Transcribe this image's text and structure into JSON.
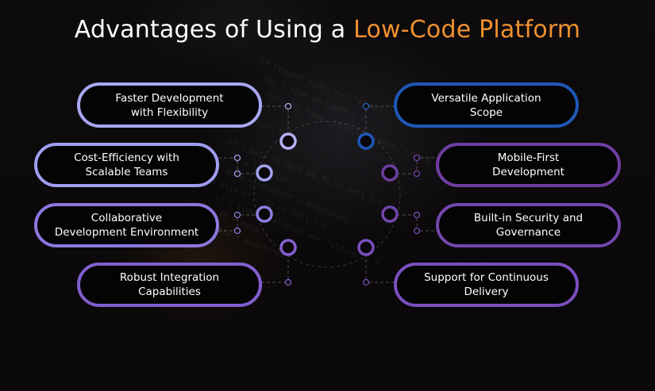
{
  "title": {
    "prefix": "Advantages of Using a ",
    "highlight": "Low-Code Platform",
    "highlight_color": "#f0912f"
  },
  "colors": {
    "lavender": "#a9a6f2",
    "periwinkle": "#8a77e0",
    "violet": "#7c55c7",
    "blue": "#1f58b8",
    "purple": "#6a3a9e"
  },
  "left_items": [
    {
      "line1": "Faster Development",
      "line2": "with Flexibility",
      "color": "#a9a6f2"
    },
    {
      "line1": "Cost-Efficiency with",
      "line2": "Scalable Teams",
      "color": "#a09ef0"
    },
    {
      "line1": "Collaborative",
      "line2": "Development Environment",
      "color": "#8d77df"
    },
    {
      "line1": "Robust Integration",
      "line2": "Capabilities",
      "color": "#825fd0"
    }
  ],
  "right_items": [
    {
      "line1": "Versatile Application",
      "line2": "Scope",
      "color": "#1f58b8"
    },
    {
      "line1": "Mobile-First",
      "line2": "Development",
      "color": "#6e3ea2"
    },
    {
      "line1": "Built-in Security and",
      "line2": "Governance",
      "color": "#7346ad"
    },
    {
      "line1": "Support for Continuous",
      "line2": "Delivery",
      "color": "#7a4fbf"
    }
  ]
}
